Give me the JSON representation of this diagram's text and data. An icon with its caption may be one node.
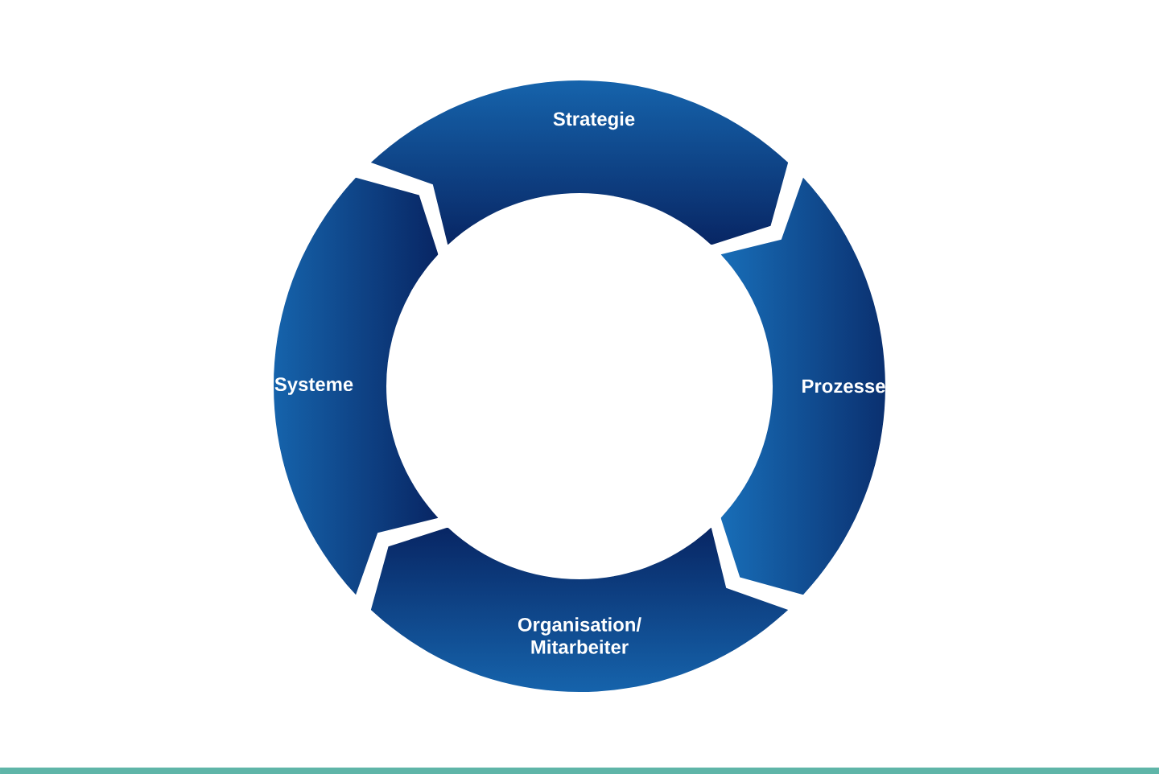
{
  "diagram": {
    "nodes": [
      {
        "text": [
          "Strategie"
        ]
      },
      {
        "text": [
          "Prozesse"
        ]
      },
      {
        "text": [
          "Organisation/ Mitarbeiter"
        ]
      },
      {
        "text": [
          "Systeme"
        ]
      }
    ]
  }
}
